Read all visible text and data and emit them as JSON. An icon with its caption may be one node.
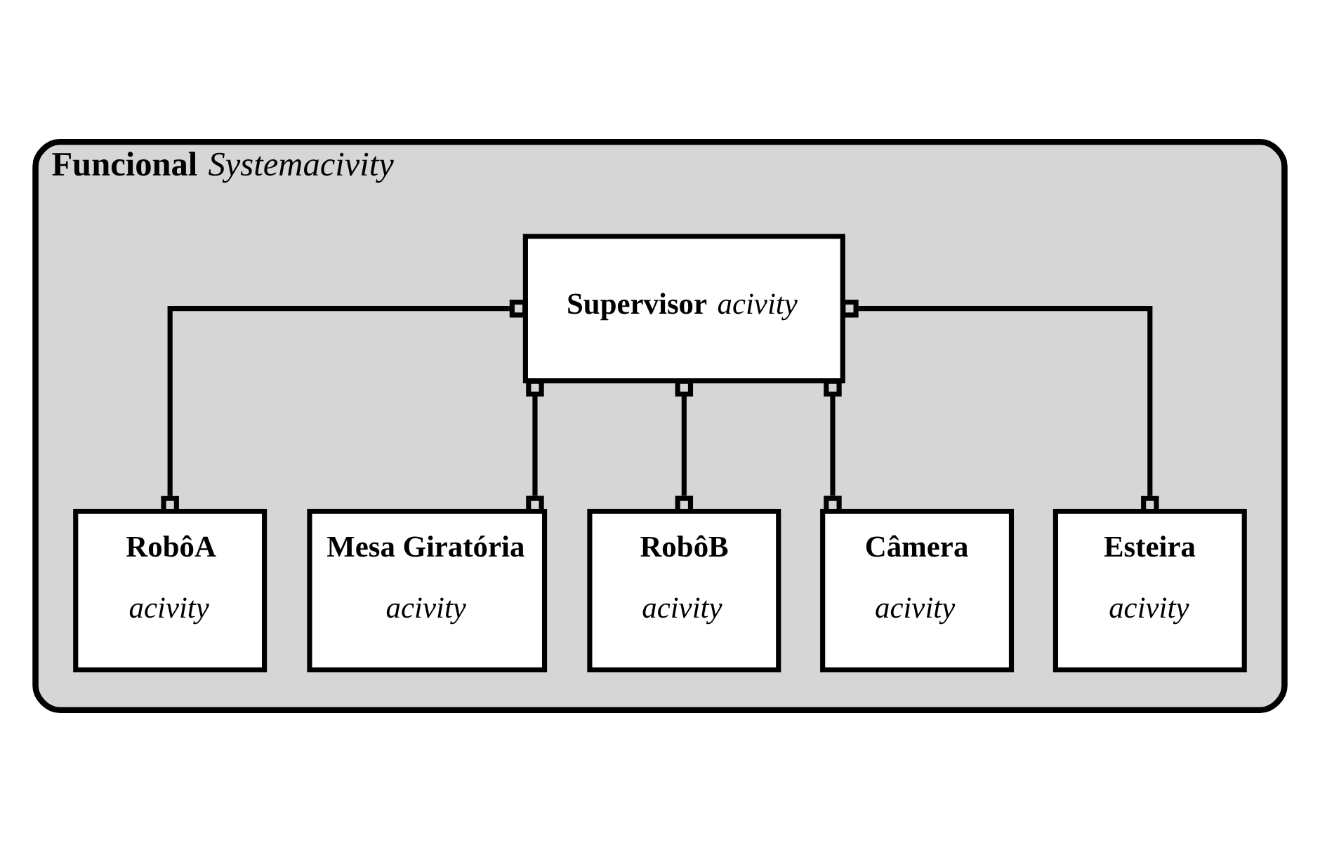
{
  "diagram": {
    "nodes": [
      {
        "text": [
          "Funcional",
          "Systemacivity"
        ]
      },
      {
        "text": [
          "Supervisor",
          "acivity"
        ],
        "in": 0
      },
      {
        "text": [
          "RobôA",
          "acivity"
        ],
        "in": 0
      },
      {
        "text": [
          "Mesa Giratória",
          "acivity"
        ],
        "in": 0
      },
      {
        "text": [
          "RobôB",
          "acivity"
        ],
        "in": 0
      },
      {
        "text": [
          "Câmera",
          "acivity"
        ],
        "in": 0
      },
      {
        "text": [
          "Esteira",
          "acivity"
        ],
        "in": 0
      }
    ],
    "edges": [
      {
        "from": 1,
        "to": 2,
        "arrow": "other"
      },
      {
        "from": 1,
        "to": 3,
        "arrow": "other"
      },
      {
        "from": 1,
        "to": 4,
        "arrow": "other"
      },
      {
        "from": 1,
        "to": 5,
        "arrow": "other"
      },
      {
        "from": 1,
        "to": 6,
        "arrow": "other"
      }
    ]
  }
}
